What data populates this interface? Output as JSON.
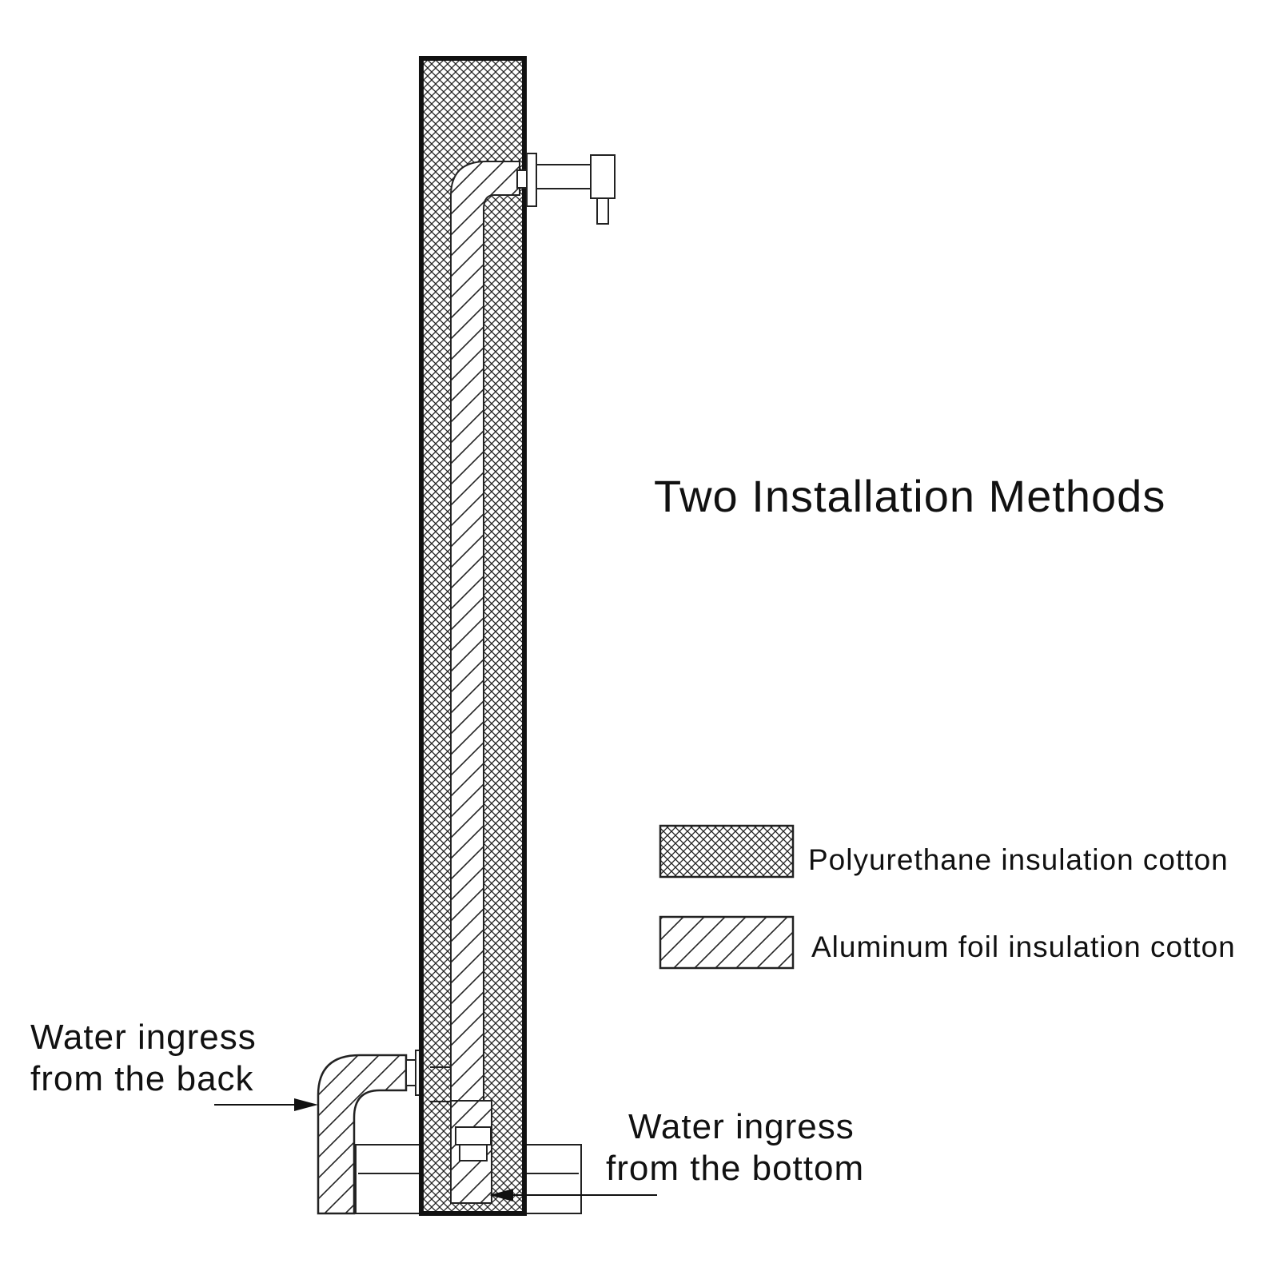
{
  "title": "Two Installation Methods",
  "legend": {
    "items": [
      {
        "label": "Polyurethane insulation cotton",
        "pattern": "crosshatch"
      },
      {
        "label": "Aluminum foil insulation cotton",
        "pattern": "diagonal-hatch"
      }
    ]
  },
  "callouts": {
    "back": {
      "line1": "Water ingress",
      "line2": "from the back"
    },
    "bottom": {
      "line1": "Water ingress",
      "line2": "from the bottom"
    }
  },
  "colors": {
    "ink": "#111111",
    "background": "#ffffff"
  }
}
